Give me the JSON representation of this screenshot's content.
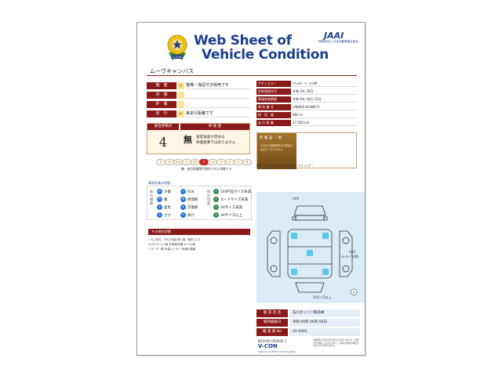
{
  "header": {
    "title_line1": "Web Sheet of",
    "title_line2": "Vehicle Condition",
    "org_logo": "JAAI",
    "org_sub": "一般財団法人 日本自動車査定協会",
    "seal_label": "V-CON"
  },
  "car_name": "ムーヴキャンバス",
  "left_rows": [
    {
      "label": "機　能",
      "star": "★",
      "value": "整備・保証付き販売です"
    },
    {
      "label": "内　装",
      "star": "",
      "value": ""
    },
    {
      "label": "外　装",
      "star": "",
      "value": ""
    },
    {
      "label": "走　行",
      "star": "★",
      "value": "実走行距離です"
    }
  ],
  "right_rows": [
    {
      "label": "ボディカラー",
      "value": "ﾅﾁｭﾗﾙﾍﾞｰｼﾞｭﾏｲｶM"
    },
    {
      "label": "初度登録年月",
      "value": "令和 2年 10月"
    },
    {
      "label": "車検有効期限",
      "value": "令和 4年 10月 15日"
    },
    {
      "label": "車 台 番 号",
      "value": "LA800S-0238673"
    },
    {
      "label": "排　気　量",
      "value": "660 cc"
    },
    {
      "label": "走 行 距 離",
      "value": "27,500 km"
    }
  ],
  "evaluation": {
    "score_header": "総合評価点",
    "repair_header": "修 復 歴",
    "score": "4",
    "repair_kanji": "無",
    "note_line1": "査定協会が定める",
    "note_line2": "修復歴車ではありません"
  },
  "scale": {
    "labels": [
      "S",
      "6",
      "5.5",
      "5",
      "4.5",
      "4",
      "3.5",
      "3",
      "2",
      "1",
      "R"
    ],
    "selected": "4",
    "note": "機・走行距離等が除外された状態です"
  },
  "equipment": {
    "title": "装 備 品 ・ 他",
    "note": "※当社の装備品等の付属品は含まれておりません",
    "sub": "純正 ﾅﾋﾞTV ﾊﾞｯｸｶﾒﾗ ｵｰﾄｴｱｺﾝ ﾄﾞﾗｲﾌﾞﾚｺｰﾀﾞｰ"
  },
  "legend": {
    "title": "車両外装の状態",
    "side_label_1": "傷の種類",
    "side_label_2": "傷の程度",
    "items": [
      {
        "code": "A",
        "text": "ｽﾘ傷"
      },
      {
        "code": "U",
        "text": "凹み"
      },
      {
        "code": "B",
        "text": "傷"
      },
      {
        "code": "W",
        "text": "修理跡"
      },
      {
        "code": "C",
        "text": "変色"
      },
      {
        "code": "X",
        "text": "交換跡"
      },
      {
        "code": "S",
        "text": "さび"
      },
      {
        "code": "P",
        "text": "剥げ"
      }
    ],
    "degree": [
      {
        "code": "1",
        "text": "100円玉サイズ未満"
      },
      {
        "code": "2",
        "text": "カードサイズ未満"
      },
      {
        "code": "3",
        "text": "A4サイズ未満"
      },
      {
        "code": "4",
        "text": "A4サイズ以上"
      }
    ]
  },
  "remarks": {
    "title": "その他の状態",
    "lines": [
      "ｼｰﾄに汚れ、すれ 内装汚れ 傷 下廻りさび",
      "ﾒｲﾝﾃﾅﾝｽﾉｰﾄに傷 外装部分補 キール傷",
      "ﾄﾞｱﾊﾞｲｻﾞｰ傷 外装ｴｯｼﾞｶﾊﾞｰ未満の損傷"
    ]
  },
  "diagram": {
    "callouts": [
      {
        "text": "UA0"
      },
      {
        "text": "UA2"
      },
      {
        "text": "ｸｫｰﾀｰﾊﾟﾈﾙ傷"
      },
      {
        "text": "AQ3 ×3以上"
      }
    ]
  },
  "store": {
    "rows": [
      {
        "label": "販 売 店 名",
        "value": "石川ダイハツ販売㈱"
      },
      {
        "label": "車両検査日",
        "value": "令和 06年 06月 06日"
      },
      {
        "label": "検 査 員 No",
        "value": "02-0001"
      }
    ]
  },
  "footer": {
    "code": "N52030-005685-1",
    "brand": "V-CON",
    "brand_sub": "Vehicle Condition Check System",
    "note": "本書類は査定協会が定める基準に基づき、査定士が作成したものであり、車両の状態を保証するものではありません。"
  },
  "colors": {
    "brand_blue": "#1d3f8c",
    "label_red": "#8a1a1a",
    "diagram_bg": "#d9ecf7"
  }
}
